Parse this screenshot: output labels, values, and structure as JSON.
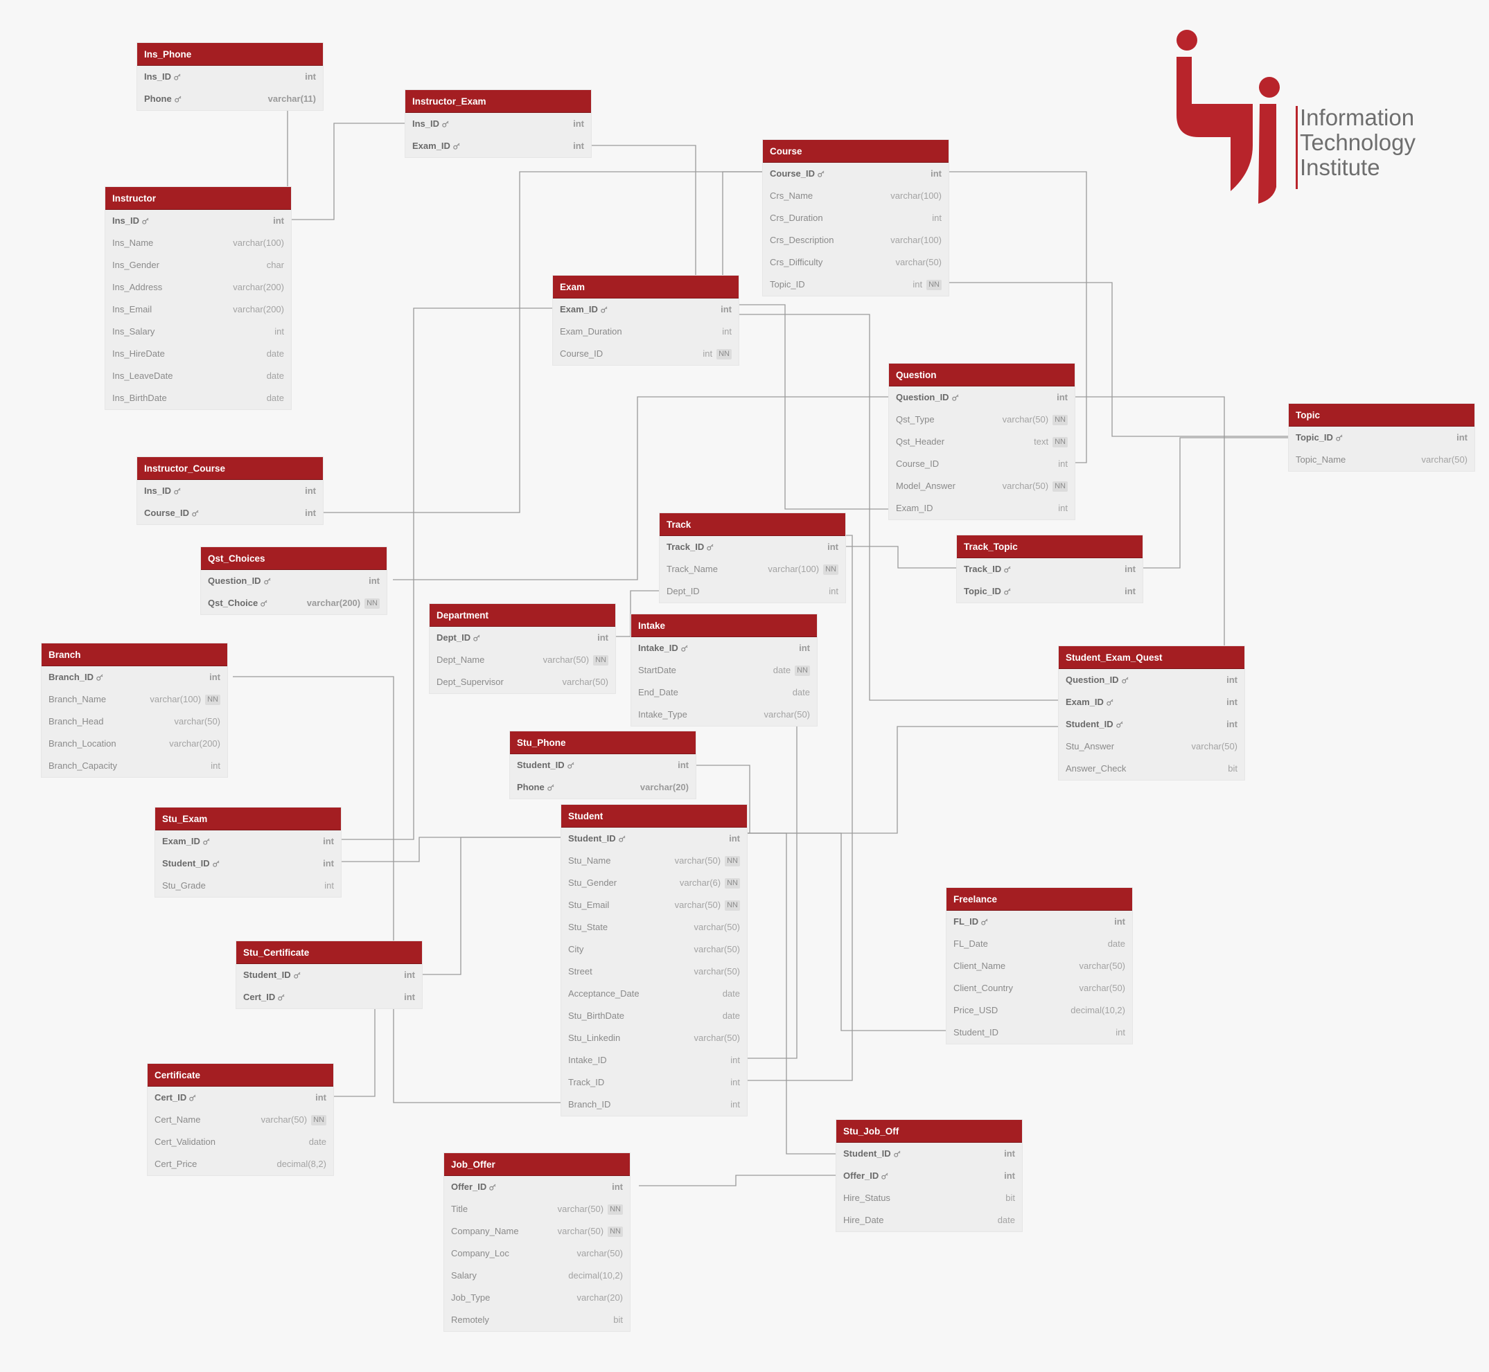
{
  "logo": {
    "lines": [
      "Information",
      "Technology",
      "Institute"
    ],
    "color": "#b8242b"
  },
  "colors": {
    "header": "#a41e22",
    "link": "#9a9a9a"
  },
  "tables": [
    {
      "name": "Ins_Phone",
      "fields": [
        {
          "name": "Ins_ID",
          "type": "int",
          "pk": true
        },
        {
          "name": "Phone",
          "type": "varchar(11)",
          "pk": true
        }
      ]
    },
    {
      "name": "Instructor_Exam",
      "fields": [
        {
          "name": "Ins_ID",
          "type": "int",
          "pk": true
        },
        {
          "name": "Exam_ID",
          "type": "int",
          "pk": true
        }
      ]
    },
    {
      "name": "Course",
      "fields": [
        {
          "name": "Course_ID",
          "type": "int",
          "pk": true
        },
        {
          "name": "Crs_Name",
          "type": "varchar(100)"
        },
        {
          "name": "Crs_Duration",
          "type": "int"
        },
        {
          "name": "Crs_Description",
          "type": "varchar(100)"
        },
        {
          "name": "Crs_Difficulty",
          "type": "varchar(50)"
        },
        {
          "name": "Topic_ID",
          "type": "int",
          "nn": "NN"
        }
      ]
    },
    {
      "name": "Instructor",
      "fields": [
        {
          "name": "Ins_ID",
          "type": "int",
          "pk": true
        },
        {
          "name": "Ins_Name",
          "type": "varchar(100)"
        },
        {
          "name": "Ins_Gender",
          "type": "char"
        },
        {
          "name": "Ins_Address",
          "type": "varchar(200)"
        },
        {
          "name": "Ins_Email",
          "type": "varchar(200)"
        },
        {
          "name": "Ins_Salary",
          "type": "int"
        },
        {
          "name": "Ins_HireDate",
          "type": "date"
        },
        {
          "name": "Ins_LeaveDate",
          "type": "date"
        },
        {
          "name": "Ins_BirthDate",
          "type": "date"
        }
      ]
    },
    {
      "name": "Exam",
      "fields": [
        {
          "name": "Exam_ID",
          "type": "int",
          "pk": true
        },
        {
          "name": "Exam_Duration",
          "type": "int"
        },
        {
          "name": "Course_ID",
          "type": "int",
          "nn": "NN"
        }
      ]
    },
    {
      "name": "Question",
      "fields": [
        {
          "name": "Question_ID",
          "type": "int",
          "pk": true
        },
        {
          "name": "Qst_Type",
          "type": "varchar(50)",
          "nn": "NN"
        },
        {
          "name": "Qst_Header",
          "type": "text",
          "nn": "NN"
        },
        {
          "name": "Course_ID",
          "type": "int"
        },
        {
          "name": "Model_Answer",
          "type": "varchar(50)",
          "nn": "NN"
        },
        {
          "name": "Exam_ID",
          "type": "int"
        }
      ]
    },
    {
      "name": "Topic",
      "fields": [
        {
          "name": "Topic_ID",
          "type": "int",
          "pk": true
        },
        {
          "name": "Topic_Name",
          "type": "varchar(50)"
        }
      ]
    },
    {
      "name": "Instructor_Course",
      "fields": [
        {
          "name": "Ins_ID",
          "type": "int",
          "pk": true
        },
        {
          "name": "Course_ID",
          "type": "int",
          "pk": true
        }
      ]
    },
    {
      "name": "Track",
      "fields": [
        {
          "name": "Track_ID",
          "type": "int",
          "pk": true
        },
        {
          "name": "Track_Name",
          "type": "varchar(100)",
          "nn": "NN"
        },
        {
          "name": "Dept_ID",
          "type": "int"
        }
      ]
    },
    {
      "name": "Track_Topic",
      "fields": [
        {
          "name": "Track_ID",
          "type": "int",
          "pk": true
        },
        {
          "name": "Topic_ID",
          "type": "int",
          "pk": true
        }
      ]
    },
    {
      "name": "Qst_Choices",
      "fields": [
        {
          "name": "Question_ID",
          "type": "int",
          "pk": true
        },
        {
          "name": "Qst_Choice",
          "type": "varchar(200)",
          "nn": "NN",
          "pk": true
        }
      ]
    },
    {
      "name": "Department",
      "fields": [
        {
          "name": "Dept_ID",
          "type": "int",
          "pk": true
        },
        {
          "name": "Dept_Name",
          "type": "varchar(50)",
          "nn": "NN"
        },
        {
          "name": "Dept_Supervisor",
          "type": "varchar(50)"
        }
      ]
    },
    {
      "name": "Intake",
      "fields": [
        {
          "name": "Intake_ID",
          "type": "int",
          "pk": true
        },
        {
          "name": "StartDate",
          "type": "date",
          "nn": "NN"
        },
        {
          "name": "End_Date",
          "type": "date"
        },
        {
          "name": "Intake_Type",
          "type": "varchar(50)"
        }
      ]
    },
    {
      "name": "Branch",
      "fields": [
        {
          "name": "Branch_ID",
          "type": "int",
          "pk": true
        },
        {
          "name": "Branch_Name",
          "type": "varchar(100)",
          "nn": "NN"
        },
        {
          "name": "Branch_Head",
          "type": "varchar(50)"
        },
        {
          "name": "Branch_Location",
          "type": "varchar(200)"
        },
        {
          "name": "Branch_Capacity",
          "type": "int"
        }
      ]
    },
    {
      "name": "Student_Exam_Quest",
      "fields": [
        {
          "name": "Question_ID",
          "type": "int",
          "pk": true
        },
        {
          "name": "Exam_ID",
          "type": "int",
          "pk": true
        },
        {
          "name": "Student_ID",
          "type": "int",
          "pk": true
        },
        {
          "name": "Stu_Answer",
          "type": "varchar(50)"
        },
        {
          "name": "Answer_Check",
          "type": "bit"
        }
      ]
    },
    {
      "name": "Stu_Phone",
      "fields": [
        {
          "name": "Student_ID",
          "type": "int",
          "pk": true
        },
        {
          "name": "Phone",
          "type": "varchar(20)",
          "pk": true
        }
      ]
    },
    {
      "name": "Stu_Exam",
      "fields": [
        {
          "name": "Exam_ID",
          "type": "int",
          "pk": true
        },
        {
          "name": "Student_ID",
          "type": "int",
          "pk": true
        },
        {
          "name": "Stu_Grade",
          "type": "int"
        }
      ]
    },
    {
      "name": "Student",
      "fields": [
        {
          "name": "Student_ID",
          "type": "int",
          "pk": true
        },
        {
          "name": "Stu_Name",
          "type": "varchar(50)",
          "nn": "NN"
        },
        {
          "name": "Stu_Gender",
          "type": "varchar(6)",
          "nn": "NN"
        },
        {
          "name": "Stu_Email",
          "type": "varchar(50)",
          "nn": "NN"
        },
        {
          "name": "Stu_State",
          "type": "varchar(50)"
        },
        {
          "name": "City",
          "type": "varchar(50)"
        },
        {
          "name": "Street",
          "type": "varchar(50)"
        },
        {
          "name": "Acceptance_Date",
          "type": "date"
        },
        {
          "name": "Stu_BirthDate",
          "type": "date"
        },
        {
          "name": "Stu_Linkedin",
          "type": "varchar(50)"
        },
        {
          "name": "Intake_ID",
          "type": "int"
        },
        {
          "name": "Track_ID",
          "type": "int"
        },
        {
          "name": "Branch_ID",
          "type": "int"
        }
      ]
    },
    {
      "name": "Freelance",
      "fields": [
        {
          "name": "FL_ID",
          "type": "int",
          "pk": true
        },
        {
          "name": "FL_Date",
          "type": "date"
        },
        {
          "name": "Client_Name",
          "type": "varchar(50)"
        },
        {
          "name": "Client_Country",
          "type": "varchar(50)"
        },
        {
          "name": "Price_USD",
          "type": "decimal(10,2)"
        },
        {
          "name": "Student_ID",
          "type": "int"
        }
      ]
    },
    {
      "name": "Stu_Certificate",
      "fields": [
        {
          "name": "Student_ID",
          "type": "int",
          "pk": true
        },
        {
          "name": "Cert_ID",
          "type": "int",
          "pk": true
        }
      ]
    },
    {
      "name": "Certificate",
      "fields": [
        {
          "name": "Cert_ID",
          "type": "int",
          "pk": true
        },
        {
          "name": "Cert_Name",
          "type": "varchar(50)",
          "nn": "NN"
        },
        {
          "name": "Cert_Validation",
          "type": "date"
        },
        {
          "name": "Cert_Price",
          "type": "decimal(8,2)"
        }
      ]
    },
    {
      "name": "Stu_Job_Off",
      "fields": [
        {
          "name": "Student_ID",
          "type": "int",
          "pk": true
        },
        {
          "name": "Offer_ID",
          "type": "int",
          "pk": true
        },
        {
          "name": "Hire_Status",
          "type": "bit"
        },
        {
          "name": "Hire_Date",
          "type": "date"
        }
      ]
    },
    {
      "name": "Job_Offer",
      "fields": [
        {
          "name": "Offer_ID",
          "type": "int",
          "pk": true
        },
        {
          "name": "Title",
          "type": "varchar(50)",
          "nn": "NN"
        },
        {
          "name": "Company_Name",
          "type": "varchar(50)",
          "nn": "NN"
        },
        {
          "name": "Company_Loc",
          "type": "varchar(50)"
        },
        {
          "name": "Salary",
          "type": "decimal(10,2)"
        },
        {
          "name": "Job_Type",
          "type": "varchar(20)"
        },
        {
          "name": "Remotely",
          "type": "bit"
        }
      ]
    }
  ]
}
